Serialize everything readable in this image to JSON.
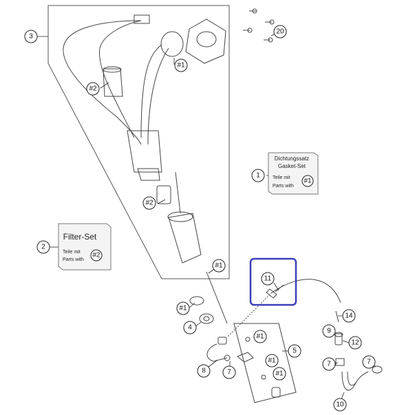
{
  "diagram": {
    "callouts": {
      "c1": "1",
      "c2": "2",
      "c3": "3",
      "c4": "4",
      "c5": "5",
      "c7a": "7",
      "c7b": "7",
      "c7c": "7",
      "c8": "8",
      "c9": "9",
      "c10": "10",
      "c11": "11",
      "c12": "12",
      "c14": "14",
      "c20": "20"
    },
    "refs": {
      "r1_a": "#1",
      "r2_a": "#2",
      "r2_b": "#2",
      "r1_b": "#1",
      "r1_c": "#1",
      "r1_d": "#1",
      "r1_e": "#1",
      "r1_f": "#1"
    },
    "gasket_set": {
      "line1": "Dichtungssatz",
      "line2": "Gasket-Set",
      "line3": "Teile mit",
      "line4": "Parts with",
      "ref": "#1"
    },
    "filter_set": {
      "title": "Filter-Set",
      "line1": "Teile mit",
      "line2": "Parts with",
      "ref": "#2"
    },
    "highlight_color": "#3b3fb8"
  }
}
